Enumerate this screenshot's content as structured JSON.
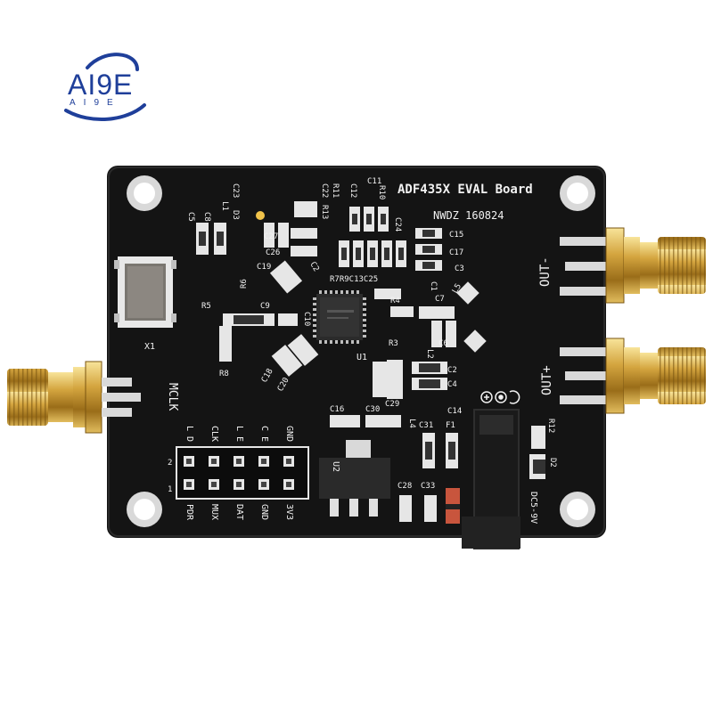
{
  "logo": {
    "text": "AI9E",
    "subtext": "AI9E"
  },
  "board": {
    "title": "ADF435X EVAL Board",
    "code": "NWDZ 160824",
    "crystal_label": "X1",
    "chip_label": "U1",
    "regulator_label": "U2",
    "connectors": {
      "mclk": "MCLK",
      "out_minus": "OUT-",
      "out_plus": "OUT+",
      "power": "DC5-9V"
    },
    "header": {
      "top_labels": [
        "L D",
        "CLK",
        "L E",
        "C E",
        "GND"
      ],
      "bottom_labels": [
        "PDR",
        "MUX",
        "DAT",
        "GND",
        "3V3"
      ],
      "row_numbers": [
        "2",
        "1"
      ]
    },
    "components": {
      "c23": "C23",
      "l1": "L1",
      "d3": "D3",
      "c8": "C8",
      "c5": "C5",
      "c22": "C22",
      "r11": "R11",
      "r13": "R13",
      "c12": "C12",
      "c11": "C11",
      "r10": "R10",
      "c24": "C24",
      "c27": "C27",
      "c26": "C26",
      "c19": "C19",
      "c2": "C2",
      "r6": "R6",
      "r7r9c13c25": "R7R9C13C25",
      "c15": "C15",
      "c17": "C17",
      "c3": "C3",
      "r4": "R4",
      "c1": "C1",
      "l5": "L5",
      "c7": "C7",
      "c9": "C9",
      "r5": "R5",
      "c10": "C10",
      "r3": "R3",
      "l2": "L2",
      "c6": "C6",
      "r8": "R8",
      "c18": "C18",
      "c20": "C20",
      "c16": "C16",
      "c30": "C30",
      "c29": "C29",
      "c4": "C4",
      "c14": "C14",
      "c31": "C31",
      "f1": "F1",
      "r12": "R12",
      "d2": "D2",
      "l4": "L4",
      "c28": "C28",
      "c33": "C33"
    }
  }
}
